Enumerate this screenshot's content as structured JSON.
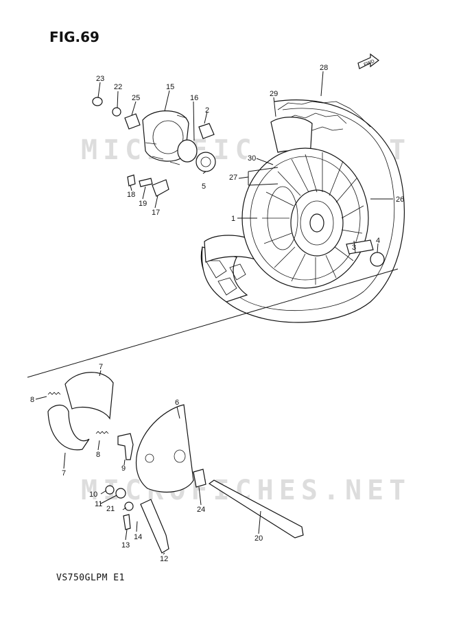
{
  "figure": {
    "title": "FIG.69",
    "model_code": "VS750GLPM E1",
    "watermark": "MICROFICHES.NET",
    "fwd_label": "FWD"
  },
  "callouts": [
    {
      "id": "c1",
      "label": "1"
    },
    {
      "id": "c2",
      "label": "2"
    },
    {
      "id": "c3",
      "label": "3"
    },
    {
      "id": "c4",
      "label": "4"
    },
    {
      "id": "c5",
      "label": "5"
    },
    {
      "id": "c6",
      "label": "6"
    },
    {
      "id": "c7a",
      "label": "7"
    },
    {
      "id": "c7b",
      "label": "7"
    },
    {
      "id": "c8a",
      "label": "8"
    },
    {
      "id": "c8b",
      "label": "8"
    },
    {
      "id": "c9",
      "label": "9"
    },
    {
      "id": "c10",
      "label": "10"
    },
    {
      "id": "c11",
      "label": "11"
    },
    {
      "id": "c12",
      "label": "12"
    },
    {
      "id": "c13",
      "label": "13"
    },
    {
      "id": "c14",
      "label": "14"
    },
    {
      "id": "c15",
      "label": "15"
    },
    {
      "id": "c16",
      "label": "16"
    },
    {
      "id": "c17",
      "label": "17"
    },
    {
      "id": "c18",
      "label": "18"
    },
    {
      "id": "c19",
      "label": "19"
    },
    {
      "id": "c20",
      "label": "20"
    },
    {
      "id": "c21",
      "label": "21"
    },
    {
      "id": "c22",
      "label": "22"
    },
    {
      "id": "c23",
      "label": "23"
    },
    {
      "id": "c24",
      "label": "24"
    },
    {
      "id": "c25",
      "label": "25"
    },
    {
      "id": "c26",
      "label": "26"
    },
    {
      "id": "c27",
      "label": "27"
    },
    {
      "id": "c28",
      "label": "28"
    },
    {
      "id": "c29",
      "label": "29"
    },
    {
      "id": "c30",
      "label": "30"
    }
  ]
}
